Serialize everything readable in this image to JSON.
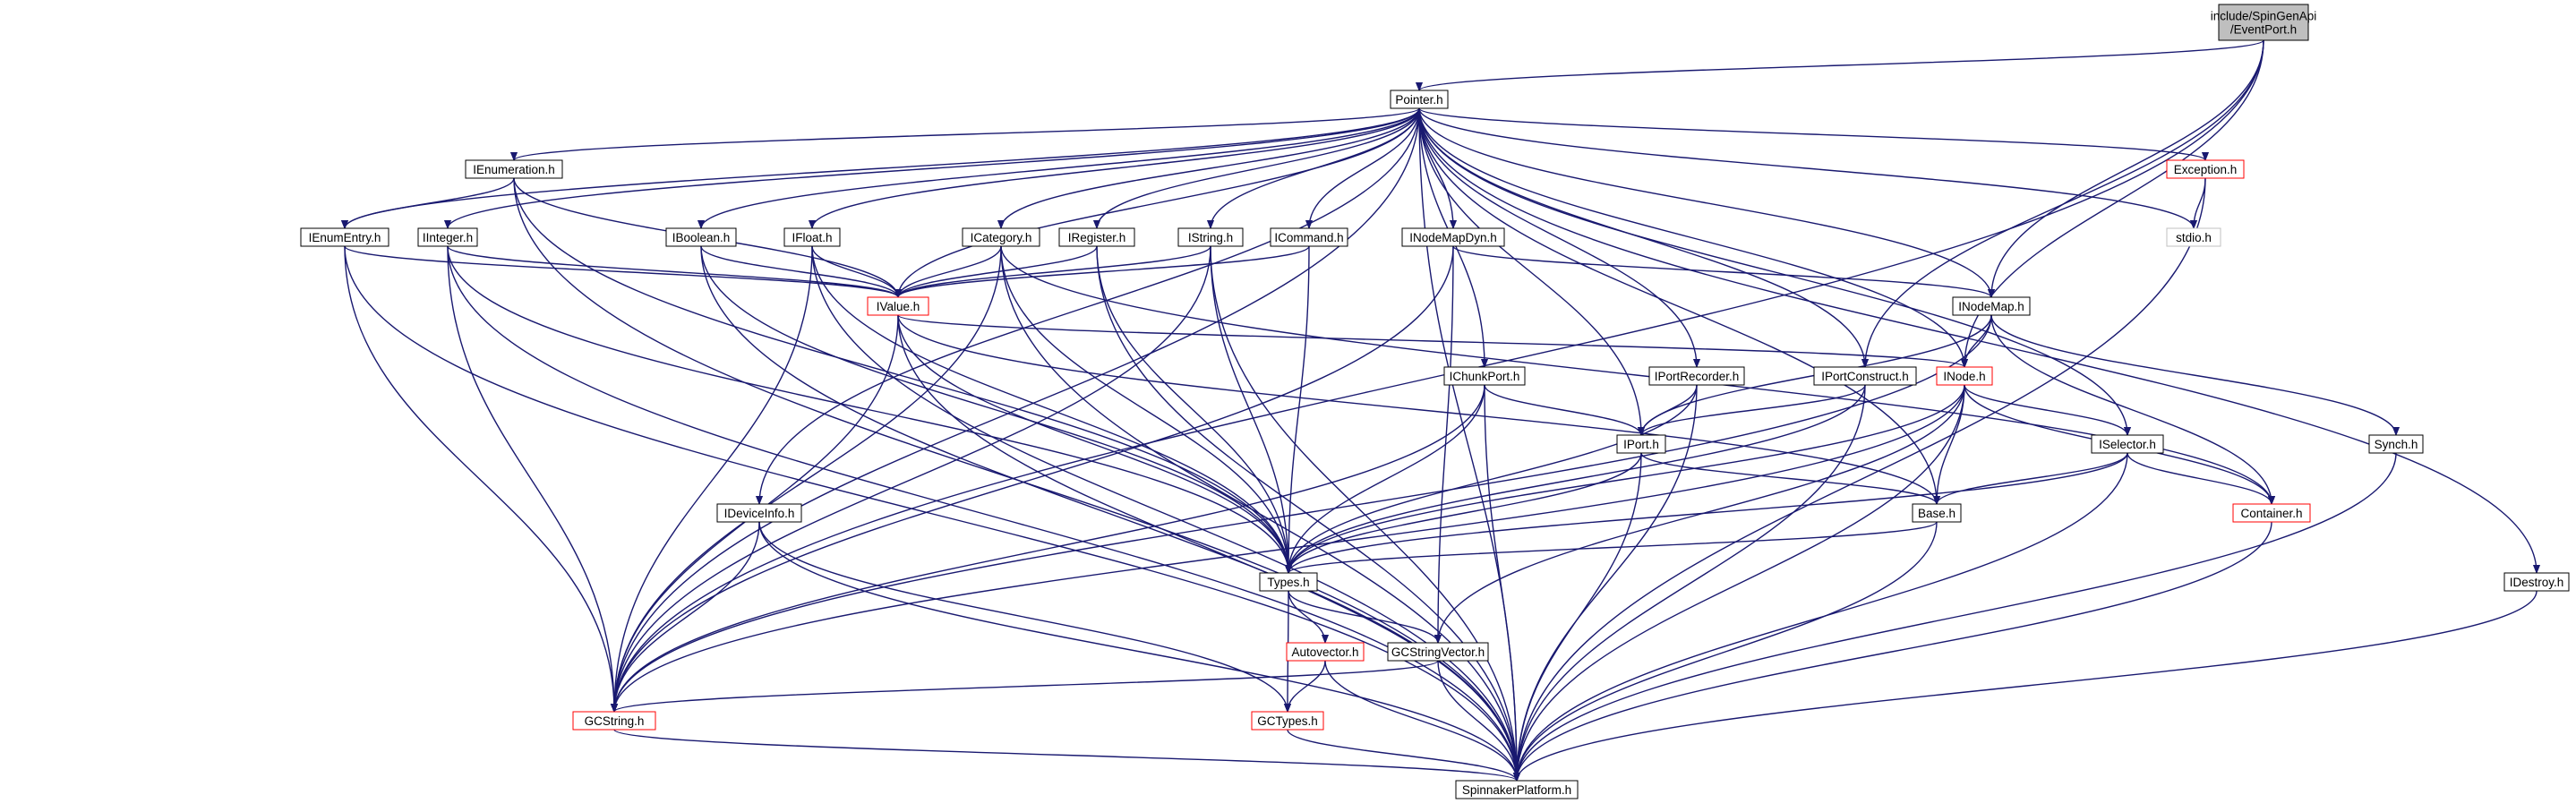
{
  "graph": {
    "edge_color": "#191970",
    "root_fill": "#bfbfbf",
    "nodes": [
      {
        "id": "root",
        "lines": [
          "include/SpinGenApi",
          "/EventPort.h"
        ],
        "style": "root"
      },
      {
        "id": "pointer",
        "lines": [
          "Pointer.h"
        ],
        "style": "black"
      },
      {
        "id": "ienumeration",
        "lines": [
          "IEnumeration.h"
        ],
        "style": "black"
      },
      {
        "id": "exception",
        "lines": [
          "Exception.h"
        ],
        "style": "red"
      },
      {
        "id": "ienumentry",
        "lines": [
          "IEnumEntry.h"
        ],
        "style": "black"
      },
      {
        "id": "iinteger",
        "lines": [
          "IInteger.h"
        ],
        "style": "black"
      },
      {
        "id": "iboolean",
        "lines": [
          "IBoolean.h"
        ],
        "style": "black"
      },
      {
        "id": "ifloat",
        "lines": [
          "IFloat.h"
        ],
        "style": "black"
      },
      {
        "id": "icategory",
        "lines": [
          "ICategory.h"
        ],
        "style": "black"
      },
      {
        "id": "iregister",
        "lines": [
          "IRegister.h"
        ],
        "style": "black"
      },
      {
        "id": "istring",
        "lines": [
          "IString.h"
        ],
        "style": "black"
      },
      {
        "id": "icommand",
        "lines": [
          "ICommand.h"
        ],
        "style": "black"
      },
      {
        "id": "inodemapdyn",
        "lines": [
          "INodeMapDyn.h"
        ],
        "style": "black"
      },
      {
        "id": "stdio",
        "lines": [
          "stdio.h"
        ],
        "style": "grey"
      },
      {
        "id": "ivalue",
        "lines": [
          "IValue.h"
        ],
        "style": "red"
      },
      {
        "id": "inodemap",
        "lines": [
          "INodeMap.h"
        ],
        "style": "black"
      },
      {
        "id": "ichunkport",
        "lines": [
          "IChunkPort.h"
        ],
        "style": "black"
      },
      {
        "id": "iportrecorder",
        "lines": [
          "IPortRecorder.h"
        ],
        "style": "black"
      },
      {
        "id": "iportconstruct",
        "lines": [
          "IPortConstruct.h"
        ],
        "style": "black"
      },
      {
        "id": "inode",
        "lines": [
          "INode.h"
        ],
        "style": "red"
      },
      {
        "id": "iport",
        "lines": [
          "IPort.h"
        ],
        "style": "black"
      },
      {
        "id": "iselector",
        "lines": [
          "ISelector.h"
        ],
        "style": "black"
      },
      {
        "id": "synch",
        "lines": [
          "Synch.h"
        ],
        "style": "black"
      },
      {
        "id": "base",
        "lines": [
          "Base.h"
        ],
        "style": "black"
      },
      {
        "id": "container",
        "lines": [
          "Container.h"
        ],
        "style": "red"
      },
      {
        "id": "ideviceinfo",
        "lines": [
          "IDeviceInfo.h"
        ],
        "style": "black"
      },
      {
        "id": "types",
        "lines": [
          "Types.h"
        ],
        "style": "black"
      },
      {
        "id": "idestroy",
        "lines": [
          "IDestroy.h"
        ],
        "style": "black"
      },
      {
        "id": "autovector",
        "lines": [
          "Autovector.h"
        ],
        "style": "red"
      },
      {
        "id": "gcstringvector",
        "lines": [
          "GCStringVector.h"
        ],
        "style": "black"
      },
      {
        "id": "gcstring",
        "lines": [
          "GCString.h"
        ],
        "style": "red"
      },
      {
        "id": "gctypes",
        "lines": [
          "GCTypes.h"
        ],
        "style": "red"
      },
      {
        "id": "spinnaker",
        "lines": [
          "SpinnakerPlatform.h"
        ],
        "style": "black"
      }
    ],
    "edges": [
      [
        "root",
        "pointer"
      ],
      [
        "root",
        "inodemap"
      ],
      [
        "root",
        "iportconstruct"
      ],
      [
        "root",
        "inode"
      ],
      [
        "root",
        "gcstring"
      ],
      [
        "pointer",
        "ienumeration"
      ],
      [
        "pointer",
        "ienumentry"
      ],
      [
        "pointer",
        "iinteger"
      ],
      [
        "pointer",
        "iboolean"
      ],
      [
        "pointer",
        "ifloat"
      ],
      [
        "pointer",
        "icategory"
      ],
      [
        "pointer",
        "iregister"
      ],
      [
        "pointer",
        "istring"
      ],
      [
        "pointer",
        "icommand"
      ],
      [
        "pointer",
        "inodemapdyn"
      ],
      [
        "pointer",
        "exception"
      ],
      [
        "pointer",
        "stdio"
      ],
      [
        "pointer",
        "ivalue"
      ],
      [
        "pointer",
        "inodemap"
      ],
      [
        "pointer",
        "ichunkport"
      ],
      [
        "pointer",
        "iportrecorder"
      ],
      [
        "pointer",
        "iportconstruct"
      ],
      [
        "pointer",
        "inode"
      ],
      [
        "pointer",
        "iport"
      ],
      [
        "pointer",
        "iselector"
      ],
      [
        "pointer",
        "base"
      ],
      [
        "pointer",
        "idestroy"
      ],
      [
        "pointer",
        "ideviceinfo"
      ],
      [
        "pointer",
        "gcstring"
      ],
      [
        "pointer",
        "spinnaker"
      ],
      [
        "ienumeration",
        "ienumentry"
      ],
      [
        "ienumeration",
        "ivalue"
      ],
      [
        "ienumeration",
        "types"
      ],
      [
        "ienumeration",
        "spinnaker"
      ],
      [
        "exception",
        "stdio"
      ],
      [
        "exception",
        "spinnaker"
      ],
      [
        "ienumentry",
        "ivalue"
      ],
      [
        "ienumentry",
        "gcstring"
      ],
      [
        "ienumentry",
        "spinnaker"
      ],
      [
        "iinteger",
        "ivalue"
      ],
      [
        "iinteger",
        "types"
      ],
      [
        "iinteger",
        "gcstring"
      ],
      [
        "iinteger",
        "spinnaker"
      ],
      [
        "iboolean",
        "ivalue"
      ],
      [
        "iboolean",
        "types"
      ],
      [
        "iboolean",
        "spinnaker"
      ],
      [
        "ifloat",
        "ivalue"
      ],
      [
        "ifloat",
        "types"
      ],
      [
        "ifloat",
        "gcstring"
      ],
      [
        "ifloat",
        "spinnaker"
      ],
      [
        "icategory",
        "ivalue"
      ],
      [
        "icategory",
        "types"
      ],
      [
        "icategory",
        "gcstring"
      ],
      [
        "icategory",
        "spinnaker"
      ],
      [
        "icategory",
        "container"
      ],
      [
        "iregister",
        "ivalue"
      ],
      [
        "iregister",
        "types"
      ],
      [
        "iregister",
        "spinnaker"
      ],
      [
        "istring",
        "ivalue"
      ],
      [
        "istring",
        "types"
      ],
      [
        "istring",
        "gcstring"
      ],
      [
        "istring",
        "spinnaker"
      ],
      [
        "icommand",
        "ivalue"
      ],
      [
        "icommand",
        "types"
      ],
      [
        "inodemapdyn",
        "inodemap"
      ],
      [
        "inodemapdyn",
        "gcstringvector"
      ],
      [
        "inodemapdyn",
        "gcstring"
      ],
      [
        "ivalue",
        "inode"
      ],
      [
        "ivalue",
        "base"
      ],
      [
        "ivalue",
        "types"
      ],
      [
        "ivalue",
        "gcstring"
      ],
      [
        "ivalue",
        "spinnaker"
      ],
      [
        "inodemap",
        "inode"
      ],
      [
        "inodemap",
        "iport"
      ],
      [
        "inodemap",
        "synch"
      ],
      [
        "inodemap",
        "container"
      ],
      [
        "inodemap",
        "gcstring"
      ],
      [
        "ichunkport",
        "iport"
      ],
      [
        "ichunkport",
        "types"
      ],
      [
        "ichunkport",
        "gcstring"
      ],
      [
        "ichunkport",
        "spinnaker"
      ],
      [
        "iportrecorder",
        "iport"
      ],
      [
        "iportrecorder",
        "types"
      ],
      [
        "iportrecorder",
        "spinnaker"
      ],
      [
        "iportconstruct",
        "iport"
      ],
      [
        "iportconstruct",
        "types"
      ],
      [
        "iportconstruct",
        "spinnaker"
      ],
      [
        "inode",
        "base"
      ],
      [
        "inode",
        "iselector"
      ],
      [
        "inode",
        "container"
      ],
      [
        "inode",
        "types"
      ],
      [
        "inode",
        "gcstringvector"
      ],
      [
        "inode",
        "gcstring"
      ],
      [
        "inode",
        "spinnaker"
      ],
      [
        "iport",
        "base"
      ],
      [
        "iport",
        "types"
      ],
      [
        "iport",
        "spinnaker"
      ],
      [
        "iselector",
        "base"
      ],
      [
        "iselector",
        "container"
      ],
      [
        "iselector",
        "types"
      ],
      [
        "iselector",
        "spinnaker"
      ],
      [
        "synch",
        "spinnaker"
      ],
      [
        "base",
        "types"
      ],
      [
        "base",
        "spinnaker"
      ],
      [
        "container",
        "spinnaker"
      ],
      [
        "ideviceinfo",
        "gctypes"
      ],
      [
        "ideviceinfo",
        "gcstring"
      ],
      [
        "ideviceinfo",
        "spinnaker"
      ],
      [
        "types",
        "autovector"
      ],
      [
        "types",
        "gcstringvector"
      ],
      [
        "types",
        "gctypes"
      ],
      [
        "idestroy",
        "spinnaker"
      ],
      [
        "autovector",
        "gctypes"
      ],
      [
        "autovector",
        "spinnaker"
      ],
      [
        "gcstringvector",
        "gcstring"
      ],
      [
        "gcstringvector",
        "spinnaker"
      ],
      [
        "gcstring",
        "spinnaker"
      ],
      [
        "gctypes",
        "spinnaker"
      ]
    ]
  }
}
